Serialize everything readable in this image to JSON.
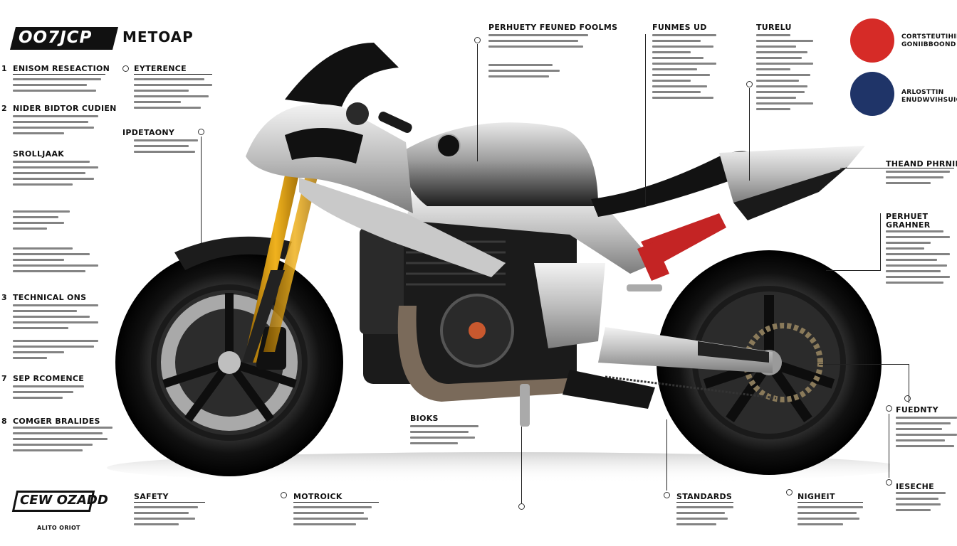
{
  "header": {
    "logo": "OO7JCP",
    "title": "METOAP"
  },
  "left_sections": [
    {
      "num": "1",
      "title": "ENISOM RESEACTION"
    },
    {
      "num": "2",
      "title": "NIDER BIDTOR CUDIEN"
    },
    {
      "num": "",
      "title": "SROLLJAAK"
    },
    {
      "num": "3",
      "title": "TECHNICAL ONS"
    },
    {
      "num": "7",
      "title": "SEP RCOMENCE"
    },
    {
      "num": "8",
      "title": "COMGER BRALIDES"
    }
  ],
  "mid_left_sections": [
    {
      "title": "EYTERENCE"
    },
    {
      "title": "IPDETAONY"
    }
  ],
  "top_sections": [
    {
      "title": "PERHUETY FEUNED FOOLMS"
    },
    {
      "title": "FUNMES UD"
    },
    {
      "title": "TURELU"
    }
  ],
  "color_legend": [
    {
      "color": "#d62b27",
      "label_1": "CORTSTEUTIHING",
      "label_2": "GONIIBBOOND"
    },
    {
      "color": "#1f3468",
      "label_1": "ARLOSTTIN",
      "label_2": "ENUDWVIHSUIGK"
    }
  ],
  "right_sections": [
    {
      "title": "THEAND PHRNING"
    },
    {
      "title_1": "PERHUET",
      "title_2": "GRAHNER"
    },
    {
      "title": "FUEDNTY"
    },
    {
      "title": "IESECHE"
    }
  ],
  "bottom_sections": [
    {
      "title": "SAFETY"
    },
    {
      "title": "MOTROICK"
    },
    {
      "title": "STANDARDS"
    },
    {
      "title": "NIGHEIT"
    }
  ],
  "center_section": {
    "title": "BIOKS"
  },
  "badge": {
    "text": "CEW OZADD",
    "sub": "ALITO ORIOT"
  }
}
